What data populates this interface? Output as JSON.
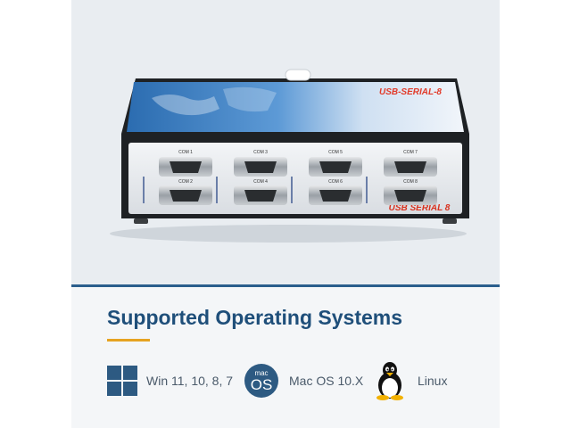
{
  "colors": {
    "heading": "#1f4f7a",
    "accent": "#e6a321",
    "divider": "#2a5e8c",
    "icon": "#2d5a82",
    "device_top": "#2d6fb3"
  },
  "product": {
    "label_top": "USB-SERIAL-8",
    "label_front": "USB SERIAL 8",
    "ports": [
      "COM 1",
      "COM 3",
      "COM 5",
      "COM 7",
      "COM 2",
      "COM 4",
      "COM 6",
      "COM 8"
    ]
  },
  "section": {
    "heading": "Supported Operating Systems"
  },
  "os_list": [
    {
      "name": "Win 11, 10, 8, 7",
      "icon": "windows-icon"
    },
    {
      "name": "Mac OS 10.X",
      "icon": "macos-icon",
      "badge_small": "mac",
      "badge_big": "OS"
    },
    {
      "name": "Linux",
      "icon": "tux-icon"
    }
  ]
}
